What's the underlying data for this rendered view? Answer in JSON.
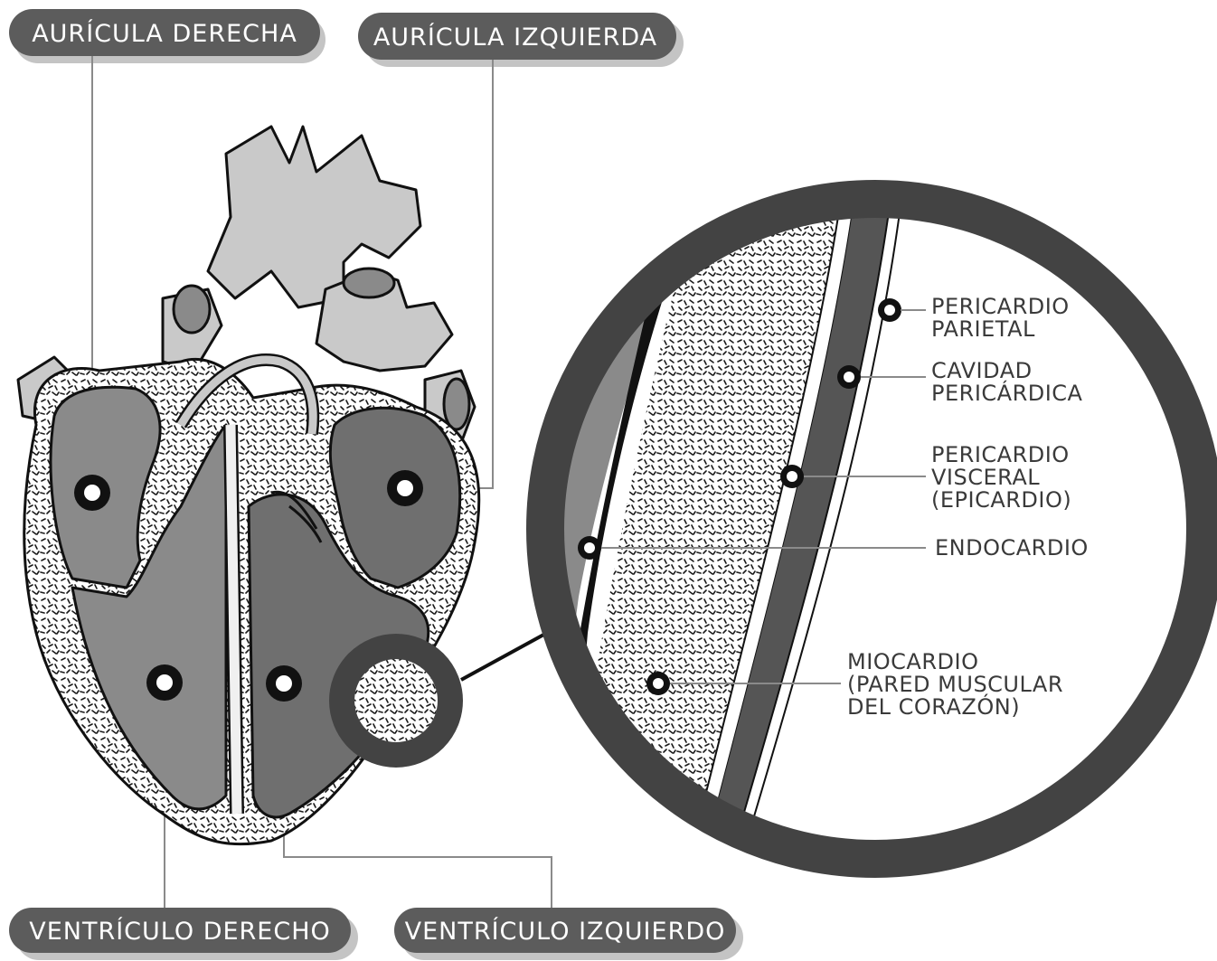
{
  "labels": {
    "auricula_derecha": "AURÍCULA DERECHA",
    "auricula_izquierda": "AURÍCULA IZQUIERDA",
    "ventriculo_derecho": "VENTRÍCULO DERECHO",
    "ventriculo_izquierdo": "VENTRÍCULO IZQUIERDO"
  },
  "layers": {
    "pericardio_parietal": [
      "PERICARDIO",
      "PARIETAL"
    ],
    "cavidad_pericardica": [
      "CAVIDAD",
      "PERICÁRDICA"
    ],
    "pericardio_visceral": [
      "PERICARDIO",
      "VISCERAL",
      "(EPICARDIO)"
    ],
    "endocardio": [
      "ENDOCARDIO"
    ],
    "miocardio": [
      "MIOCARDIO",
      "(PARED MUSCULAR",
      "DEL CORAZÓN)"
    ]
  },
  "colors": {
    "pill": "#5c5c5c",
    "pill_shadow": "#c4c4c4",
    "ring": "#434343",
    "chamber_dark": "#6f6f6f",
    "chamber_mid": "#8a8a8a",
    "vessel": "#c9c9c9",
    "layer_band": "#555555"
  }
}
